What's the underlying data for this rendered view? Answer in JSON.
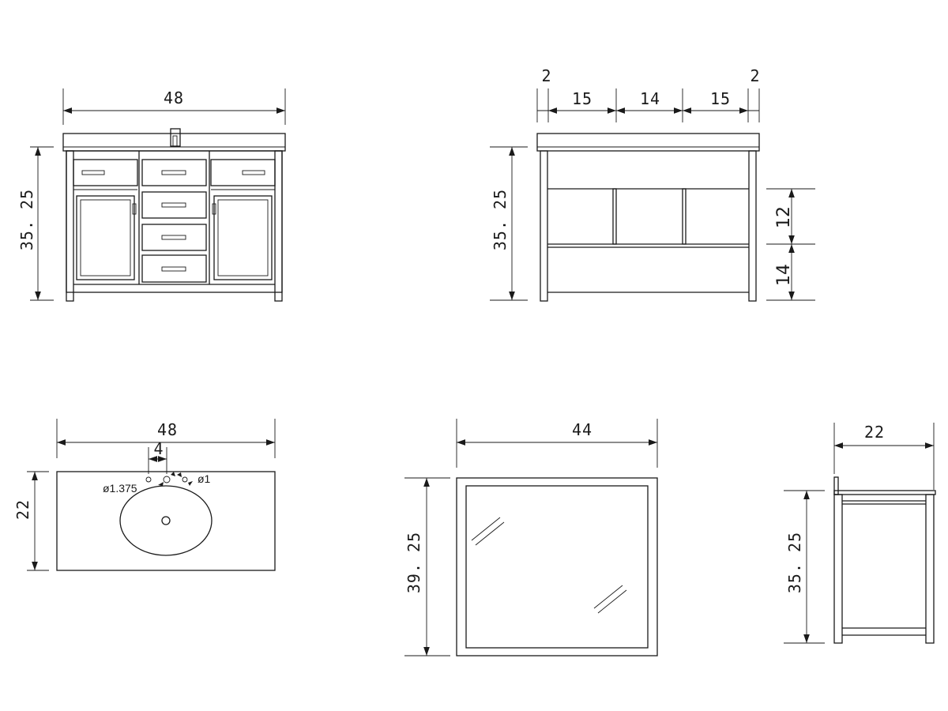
{
  "front_view": {
    "width_label": "48",
    "height_label": "35. 25"
  },
  "back_view": {
    "side_left_label": "2",
    "side_right_label": "2",
    "bay_left_label": "15",
    "bay_center_label": "14",
    "bay_right_label": "15",
    "height_label": "35. 25",
    "upper_open_label": "12",
    "lower_open_label": "14"
  },
  "top_view": {
    "width_label": "48",
    "depth_label": "22",
    "faucet_spacing_label": "4",
    "large_hole_label": "ø1.375",
    "small_hole_label": "ø1"
  },
  "mirror_view": {
    "width_label": "44",
    "height_label": "39. 25"
  },
  "side_view": {
    "depth_label": "22",
    "height_label": "35. 25"
  }
}
